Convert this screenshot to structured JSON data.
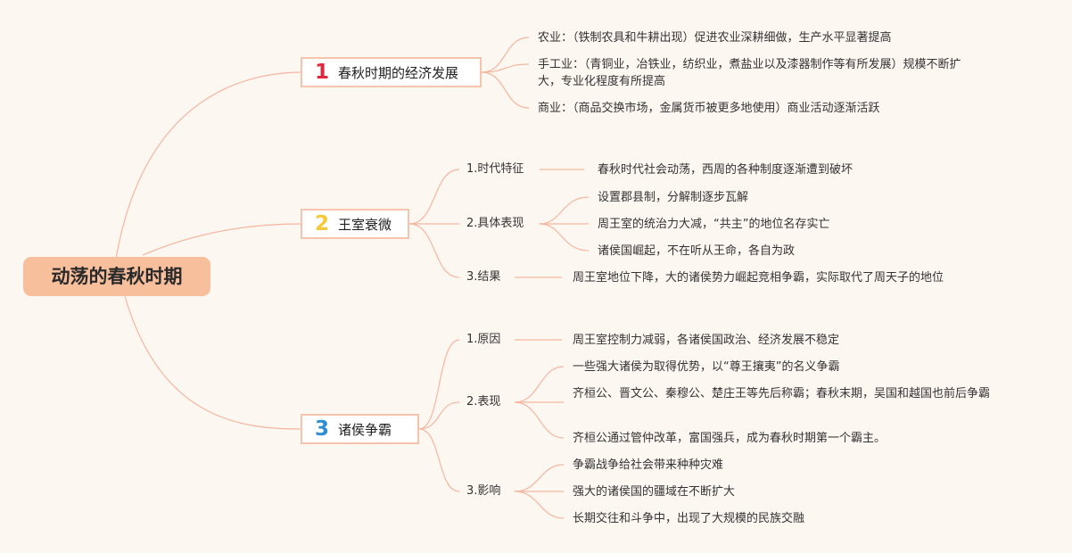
{
  "root": {
    "title": "动荡的春秋时期"
  },
  "branches": [
    {
      "number": "1",
      "title": "春秋时期的经济发展",
      "color": "#e0263e",
      "leaves": [
        "农业：（铁制农具和牛耕出现）促进农业深耕细做，生产水平显著提高",
        "手工业：（青铜业，冶铁业，纺织业，煮盐业以及漆器制作等有所发展）规模不断扩大，专业化程度有所提高",
        "商业：（商品交换市场，金属货币被更多地使用）商业活动逐渐活跃"
      ]
    },
    {
      "number": "2",
      "title": "王室衰微",
      "color": "#f5c838",
      "subs": [
        {
          "label": "1.时代特征",
          "leaves": [
            "春秋时代社会动荡，西周的各种制度逐渐遭到破坏"
          ]
        },
        {
          "label": "2.具体表现",
          "leaves": [
            "设置郡县制，分解制逐步瓦解",
            "周王室的统治力大减，“共主”的地位名存实亡",
            "诸侯国崛起，不在听从王命，各自为政"
          ]
        },
        {
          "label": "3.结果",
          "leaves": [
            "周王室地位下降，大的诸侯势力崛起竞相争霸，实际取代了周天子的地位"
          ]
        }
      ]
    },
    {
      "number": "3",
      "title": "诸侯争霸",
      "color": "#2c8fd4",
      "subs": [
        {
          "label": "1.原因",
          "leaves": [
            "周王室控制力减弱，各诸侯国政治、经济发展不稳定"
          ]
        },
        {
          "label": "2.表现",
          "leaves": [
            "一些强大诸侯为取得优势，以“尊王攘夷”的名义争霸",
            "齐桓公、晋文公、秦穆公、楚庄王等先后称霸；春秋末期，吴国和越国也前后争霸",
            "齐桓公通过管仲改革，富国强兵，成为春秋时期第一个霸主。"
          ]
        },
        {
          "label": "3.影响",
          "leaves": [
            "争霸战争给社会带来种种灾难",
            "强大的诸侯国的疆域在不断扩大",
            "长期交往和斗争中，出现了大规模的民族交融"
          ]
        }
      ]
    }
  ]
}
